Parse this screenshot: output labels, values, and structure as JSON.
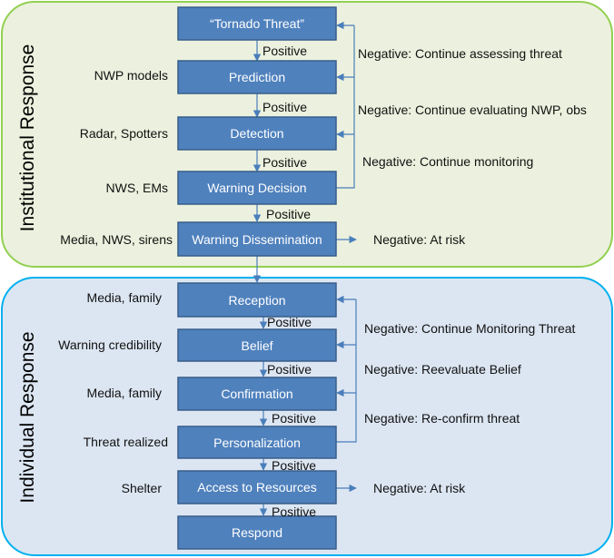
{
  "colors": {
    "institutional_fill": "#EBF1DE",
    "institutional_stroke": "#92D050",
    "individual_fill": "#DCE6F2",
    "individual_stroke": "#00B0F0",
    "box_fill": "#4F81BD",
    "box_stroke": "#385D8A",
    "arrow": "#4A7EBB"
  },
  "institutional": {
    "title": "Institutional Response",
    "boxes": [
      {
        "label": "“Tornado Threat”",
        "input": ""
      },
      {
        "label": "Prediction",
        "input": "NWP models"
      },
      {
        "label": "Detection",
        "input": "Radar, Spotters"
      },
      {
        "label": "Warning Decision",
        "input": "NWS, EMs"
      },
      {
        "label": "Warning Dissemination",
        "input": "Media, NWS, sirens"
      }
    ],
    "positives": [
      "Positive",
      "Positive",
      "Positive",
      "Positive"
    ],
    "negatives": [
      "Negative:  Continue assessing threat",
      "Negative:  Continue evaluating NWP, obs",
      "Negative:  Continue monitoring",
      "Negative:  At risk"
    ]
  },
  "individual": {
    "title": "Individual Response",
    "boxes": [
      {
        "label": "Reception",
        "input": "Media, family"
      },
      {
        "label": "Belief",
        "input": "Warning credibility"
      },
      {
        "label": "Confirmation",
        "input": "Media, family"
      },
      {
        "label": "Personalization",
        "input": "Threat realized"
      },
      {
        "label": "Access to Resources",
        "input": "Shelter"
      },
      {
        "label": "Respond",
        "input": ""
      }
    ],
    "positives": [
      "Positive",
      "Positive",
      "Positive",
      "Positive",
      "Positive"
    ],
    "negatives": [
      "Negative:  Continue Monitoring Threat",
      "Negative:  Reevaluate Belief",
      "Negative:  Re-confirm threat",
      "Negative:  At risk"
    ]
  }
}
